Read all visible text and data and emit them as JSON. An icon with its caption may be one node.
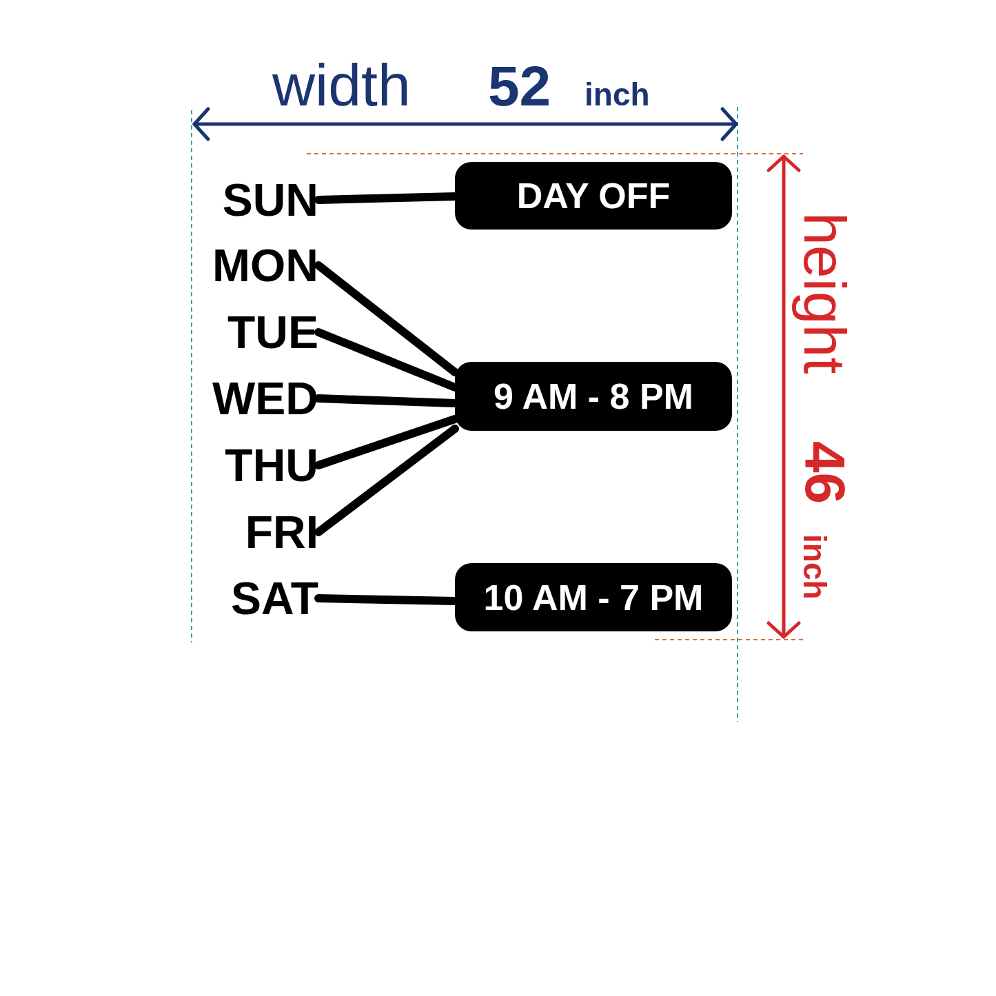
{
  "diagram": {
    "nodes": [
      {
        "text": [
          "SUN"
        ]
      },
      {
        "text": [
          "MON"
        ]
      },
      {
        "text": [
          "TUE"
        ]
      },
      {
        "text": [
          "WED"
        ]
      },
      {
        "text": [
          "THU"
        ]
      },
      {
        "text": [
          "FRI"
        ]
      },
      {
        "text": [
          "SAT"
        ]
      },
      {
        "text": [
          "DAY OFF"
        ]
      },
      {
        "text": [
          "9 AM - 8 PM"
        ]
      },
      {
        "text": [
          "10 AM - 7 PM"
        ]
      }
    ],
    "edges": [
      {
        "from": 0,
        "to": 7,
        "arrow": "none"
      },
      {
        "from": 1,
        "to": 8,
        "arrow": "none"
      },
      {
        "from": 2,
        "to": 8,
        "arrow": "none"
      },
      {
        "from": 3,
        "to": 8,
        "arrow": "none"
      },
      {
        "from": 4,
        "to": 8,
        "arrow": "none"
      },
      {
        "from": 5,
        "to": 8,
        "arrow": "none"
      },
      {
        "from": 6,
        "to": 9,
        "arrow": "none"
      }
    ],
    "labels": [
      "width",
      "52",
      "inch",
      "height",
      "46",
      "inch"
    ]
  }
}
